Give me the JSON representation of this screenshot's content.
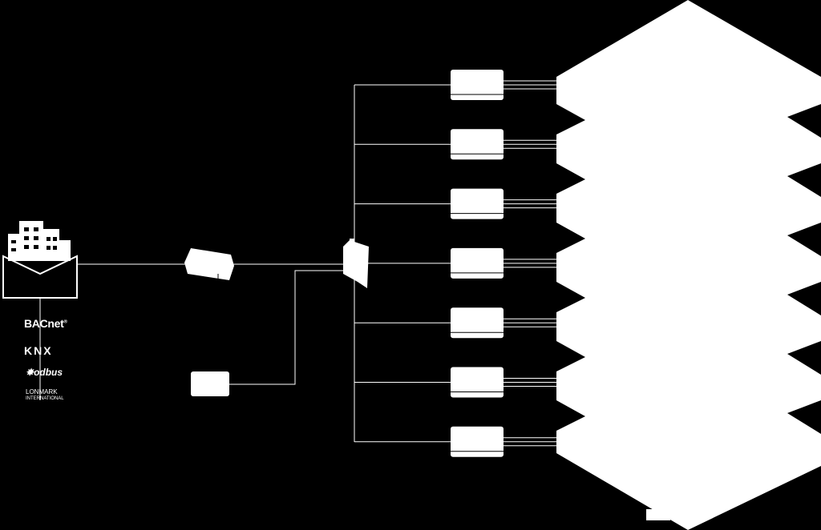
{
  "protocols": {
    "bacnet": "BACnet",
    "bacnet_mark": "®",
    "knx": "KNX",
    "modbus": "odbus",
    "lonmark_top": "LONMARK",
    "lonmark_sub": "INTERNATIONAL"
  },
  "controller_count": 7,
  "colors": {
    "background": "#000000",
    "foreground": "#ffffff"
  }
}
